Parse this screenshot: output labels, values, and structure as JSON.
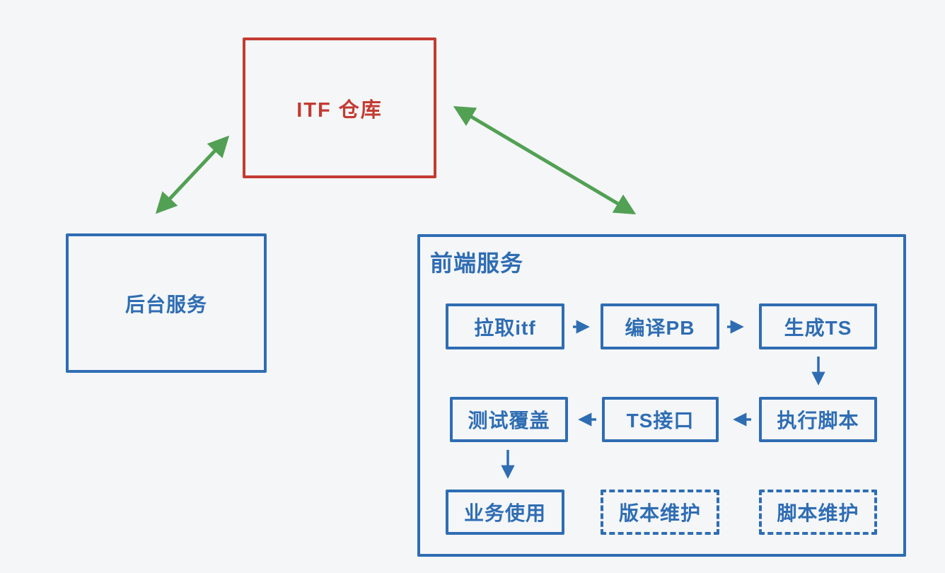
{
  "diagram": {
    "repo": {
      "label": "ITF 仓库"
    },
    "backend": {
      "label": "后台服务"
    },
    "frontend": {
      "title": "前端服务",
      "pull_itf": "拉取itf",
      "compile_pb": "编译PB",
      "generate_ts": "生成TS",
      "run_script": "执行脚本",
      "ts_interface": "TS接口",
      "test_coverage": "测试覆盖",
      "business_use": "业务使用",
      "version_maintain": "版本维护",
      "script_maintain": "脚本维护"
    },
    "flow_edges": [
      "后台服务 <-> ITF 仓库",
      "ITF 仓库 <-> 前端服务",
      "拉取itf -> 编译PB",
      "编译PB -> 生成TS",
      "生成TS -> 执行脚本",
      "执行脚本 -> TS接口",
      "TS接口 -> 测试覆盖",
      "测试覆盖 -> 业务使用"
    ],
    "colors": {
      "blue": "#2f6db3",
      "red": "#c43b31",
      "green": "#52a053",
      "background": "#f4f6f8"
    }
  }
}
